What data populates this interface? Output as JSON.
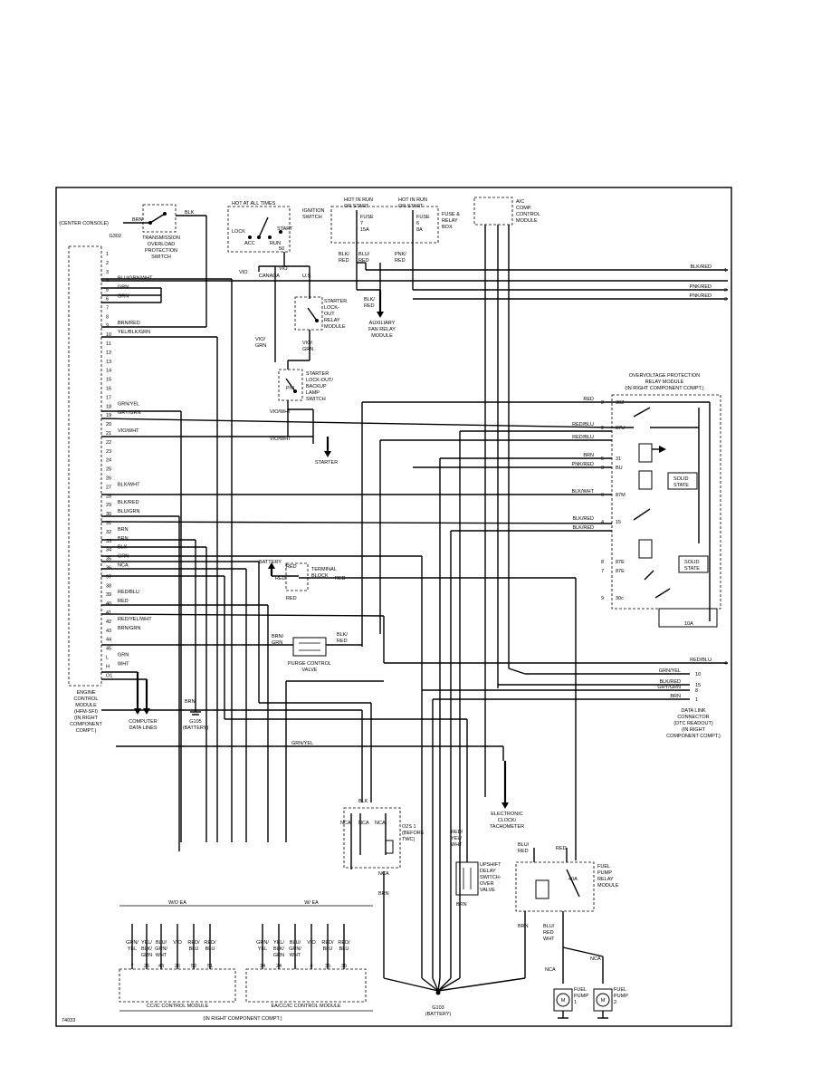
{
  "figure_id": "74033",
  "ecm": {
    "label": "ENGINE CONTROL MODULE (HFM-SFI) (IN RIGHT COMPONENT COMPT.)",
    "pins": [
      "1",
      "2",
      "3",
      "4",
      "5",
      "6",
      "7",
      "8",
      "9",
      "10",
      "11",
      "12",
      "13",
      "14",
      "15",
      "16",
      "17",
      "18",
      "19",
      "20",
      "21",
      "22",
      "23",
      "24",
      "25",
      "26",
      "27",
      "28",
      "29",
      "30",
      "31",
      "32",
      "33",
      "34",
      "35",
      "36",
      "37",
      "38",
      "39",
      "40",
      "41",
      "42",
      "43",
      "44",
      "45",
      "L",
      "H",
      "O1"
    ],
    "wires": [
      {
        "pin": "4",
        "color": "BLU/GRN/WHT"
      },
      {
        "pin": "5",
        "color": "GRN"
      },
      {
        "pin": "6",
        "color": "GRN"
      },
      {
        "pin": "9",
        "color": "BRN/RED"
      },
      {
        "pin": "10",
        "color": "YEL/BLK/GRN"
      },
      {
        "pin": "18",
        "color": "GRN/YEL"
      },
      {
        "pin": "19",
        "color": "GRY/GRN"
      },
      {
        "pin": "21",
        "color": "VIO/WHT"
      },
      {
        "pin": "27",
        "color": "BLK/WHT"
      },
      {
        "pin": "29",
        "color": "BLK/RED"
      },
      {
        "pin": "30",
        "color": "BLU/GRN"
      },
      {
        "pin": "32",
        "color": "BRN"
      },
      {
        "pin": "33",
        "color": "BRN"
      },
      {
        "pin": "34",
        "color": "BLK"
      },
      {
        "pin": "35",
        "color": "GRN"
      },
      {
        "pin": "36",
        "color": "NCA"
      },
      {
        "pin": "39",
        "color": "RED/BLU"
      },
      {
        "pin": "40",
        "color": "RED"
      },
      {
        "pin": "42",
        "color": "RED/YEL/WHT"
      },
      {
        "pin": "43",
        "color": "BRN/GRN"
      },
      {
        "pin": "L",
        "color": "GRN"
      },
      {
        "pin": "H",
        "color": "WHT"
      }
    ]
  },
  "labels": {
    "center_console": "(CENTER CONSOLE)",
    "g302": "G302",
    "trans_switch": "TRANSMISSION OVERLOAD PROTECTION SWITCH",
    "brn": "BRN",
    "blk": "BLK",
    "hot_all_times": "HOT AT ALL TIMES",
    "ignition_switch": "IGNITION SWITCH",
    "lock": "LOCK",
    "acc": "ACC",
    "run": "RUN",
    "start": "START",
    "pin50": "50",
    "vio": "VIO",
    "canada": "CANADA",
    "us": "U.S.",
    "starter_lockout": "STARTER LOCK-OUT RELAY MODULE",
    "vio_grn": "VIO/ GRN",
    "starter_backup": "STARTER LOCK-OUT/ BACKUP LAMP SWITCH",
    "pn": "P/N",
    "vio_wht": "VIO/WHT",
    "starter": "STARTER",
    "hot_run_start": "HOT IN RUN OR START",
    "fuse7": "FUSE 7 15A",
    "fuse6": "FUSE 6 8A",
    "fuse_box": "FUSE & RELAY BOX",
    "blk_red": "BLK/ RED",
    "blu_red": "BLU/ RED",
    "pnk_red": "PNK/ RED",
    "aux_fan": "AUXILIARY FAN RELAY MODULE",
    "ac_module": "A/C COMP. CONTROL MODULE",
    "grn_yel": "GRN/YEL",
    "ovp_title": "OVERVOLTAGE PROTECTION RELAY MODULE (IN RIGHT COMPONENT COMPT.)",
    "solid_state": "SOLID STATE",
    "fuse_10a": "10A",
    "battery": "BATTERY",
    "terminal_block": "TERMINAL BLOCK",
    "red": "RED",
    "purge_valve": "PURGE CONTROL VALVE",
    "brn_grn": "BRN/ GRN",
    "computer_data": "COMPUTER DATA LINES",
    "g105": "G105 (BATTERY)",
    "g103": "G103 (BATTERY)",
    "dlc": "DATA LINK CONNECTOR (DTC READOUT) (IN RIGHT COMPONENT COMPT.)",
    "clock": "ELECTRONIC CLOCK/ TACHOMETER",
    "o2s": "O2S 1 (BEFORE TWC)",
    "nca": "NCA",
    "upshift": "UPSHIFT DELAY SWITCH-OVER VALVE",
    "red_yel_wht": "RED/ YEL/ WHT",
    "fp_relay": "FUEL PUMP RELAY MODULE",
    "fuse_40a": "40A",
    "fuel_pump1": "FUEL PUMP 1",
    "fuel_pump2": "FUEL PUMP 2",
    "wo_ea": "W/O EA",
    "w_ea": "W/ EA",
    "cc_module": "CC/IC CONTROL MODULE",
    "ea_module": "EA/CC/IC CONTROL MODULE",
    "in_right": "(IN RIGHT COMPONENT COMPT.)"
  },
  "ovp_pins": [
    {
      "pin": "2",
      "id": "30Z",
      "wire": "RED"
    },
    {
      "pin": "2",
      "id": "87U",
      "wire": "RED/BLU"
    },
    {
      "pin": "5",
      "id": "31",
      "wire": "BRN"
    },
    {
      "pin": "3",
      "id": "BU",
      "wire": "PNK/RED"
    },
    {
      "pin": "6",
      "id": "87M",
      "wire": "BLK/WHT"
    },
    {
      "pin": "4",
      "id": "15",
      "wire": "BLK/RED"
    },
    {
      "pin": "8",
      "id": "87E",
      "wire": ""
    },
    {
      "pin": "7",
      "id": "87E",
      "wire": ""
    },
    {
      "pin": "9",
      "id": "30c",
      "wire": ""
    }
  ],
  "dlc_pins": [
    {
      "pin": "10",
      "wire": "GRN/YEL"
    },
    {
      "pin": "15",
      "wire": "BLK/RED"
    },
    {
      "pin": "8",
      "wire": "GRY/GRN"
    },
    {
      "pin": "1",
      "wire": "BRN"
    }
  ],
  "right_edge": [
    {
      "n": "1",
      "wire": "BLK/RED"
    },
    {
      "n": "2",
      "wire": "PNK/RED"
    },
    {
      "n": "3",
      "wire": "PNK/RED"
    },
    {
      "n": "4",
      "wire": "RED/BLU"
    }
  ],
  "cc_pins": [
    {
      "wire": "GRN/ YEL",
      "pin": "7"
    },
    {
      "wire": "YEL/ BLK/ GRN",
      "pin": "25"
    },
    {
      "wire": "BLU/ GRN/ WHT",
      "pin": "43"
    },
    {
      "wire": "VIO",
      "pin": "26"
    },
    {
      "wire": "RED/ BLU",
      "pin": "52"
    },
    {
      "wire": "RED/ BLU",
      "pin": "51"
    }
  ],
  "ea_pins": [
    {
      "wire": "GRN/ YEL",
      "pin": "34"
    },
    {
      "wire": "YEL/ BLK/ GRN",
      "pin": "24"
    },
    {
      "wire": "BLU/ GRN/ WHT",
      "pin": "1"
    },
    {
      "wire": "VIO",
      "pin": "4"
    },
    {
      "wire": "RED/ BLU",
      "pin": "35"
    },
    {
      "wire": "RED/ BLU",
      "pin": "36"
    }
  ]
}
